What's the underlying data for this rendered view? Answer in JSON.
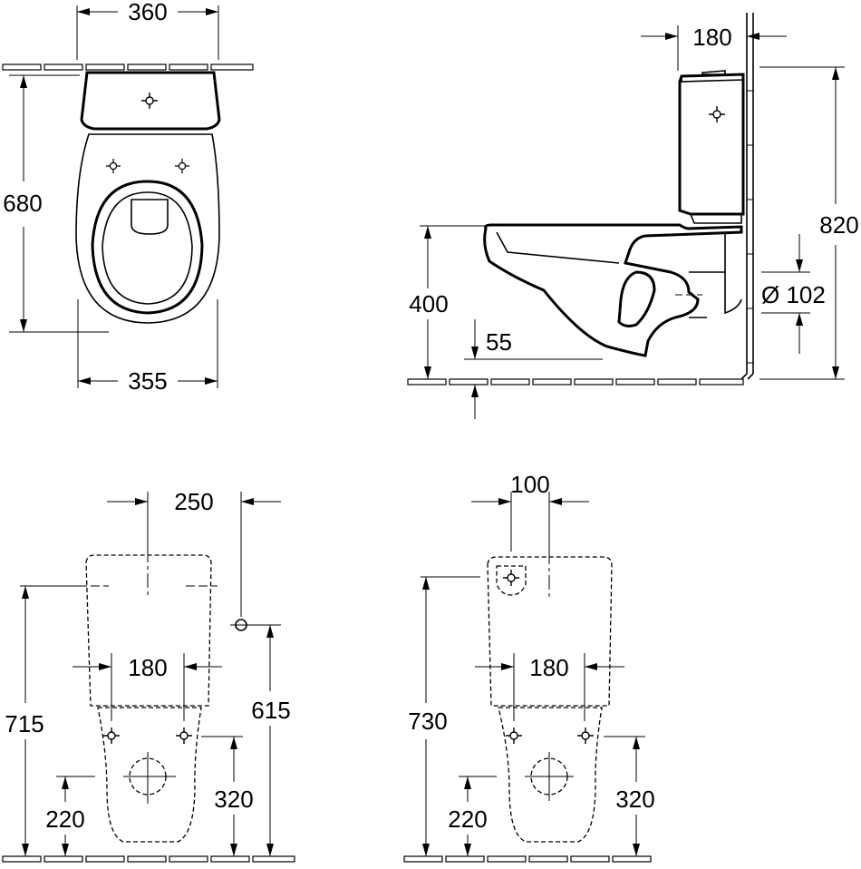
{
  "colors": {
    "line": "#000000",
    "background": "#ffffff"
  },
  "top_view": {
    "width_top": "360",
    "depth": "680",
    "width_bottom": "355"
  },
  "side_view": {
    "cistern_depth": "180",
    "total_height": "820",
    "rim_height": "400",
    "outlet_height": "55",
    "outlet_diameter": "Ø 102"
  },
  "rear_view_left": {
    "spacing_top": "250",
    "fixing_spacing": "180",
    "cistern_height": "715",
    "inlet_height": "615",
    "bolt_height": "320",
    "outlet_center": "220"
  },
  "rear_view_right": {
    "spacing_top": "100",
    "fixing_spacing": "180",
    "cistern_height": "730",
    "bolt_height": "320",
    "outlet_center": "220"
  }
}
